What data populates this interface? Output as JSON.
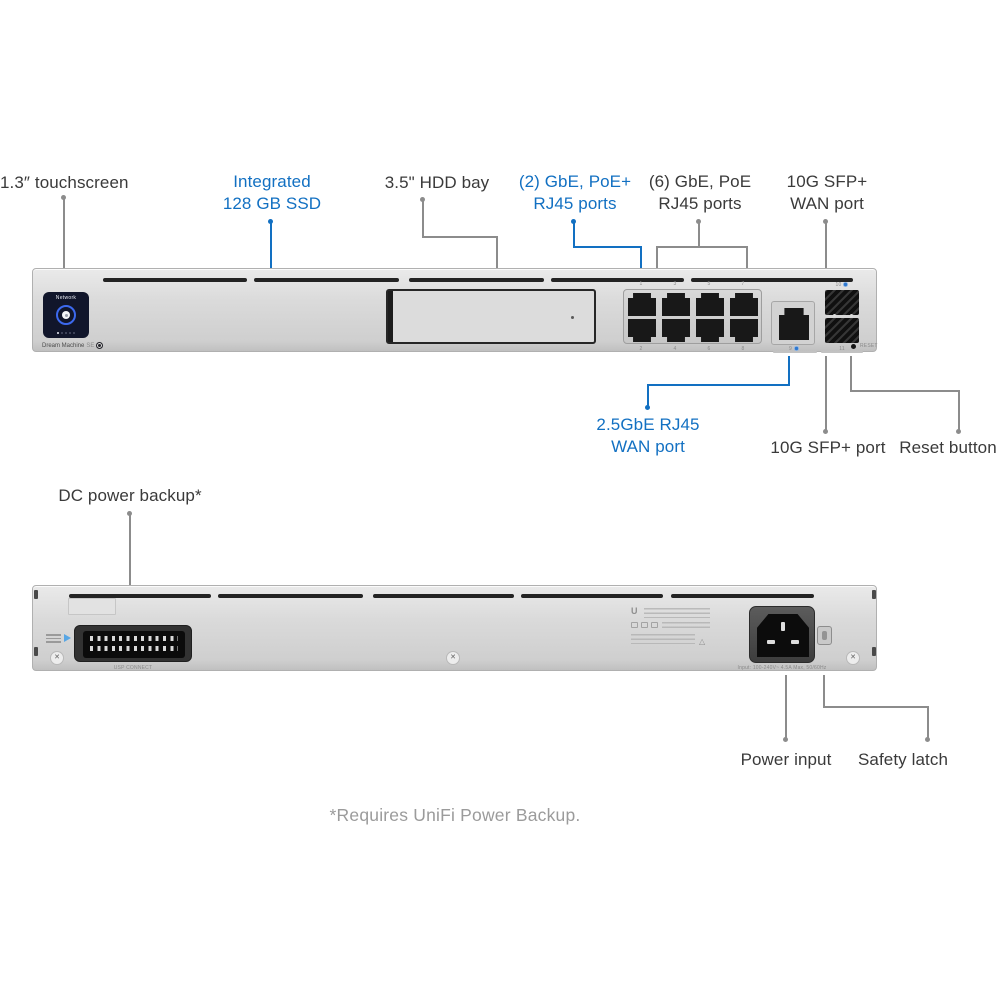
{
  "front": {
    "callouts_top": [
      {
        "line1": "1.3″ touchscreen"
      },
      {
        "line1": "Integrated",
        "line2": "128 GB SSD"
      },
      {
        "line1": "3.5\" HDD bay"
      },
      {
        "line1": "(2) GbE, PoE+",
        "line2": "RJ45 ports"
      },
      {
        "line1": "(6) GbE, PoE",
        "line2": "RJ45 ports"
      },
      {
        "line1": "10G SFP+",
        "line2": "WAN port"
      }
    ],
    "callouts_bottom": [
      {
        "line1": "2.5GbE RJ45",
        "line2": "WAN port"
      },
      {
        "line1": "10G SFP+ port"
      },
      {
        "line1": "Reset button"
      }
    ],
    "screen_title": "Network",
    "device_label": "Dream Machine",
    "device_variant": "SE",
    "port_numbers_top": [
      "1",
      "3",
      "5",
      "7"
    ],
    "port_numbers_bottom": [
      "2",
      "4",
      "6",
      "8"
    ],
    "wan_port_number": "9",
    "sfp_top_number": "10",
    "sfp_bottom_number": "11",
    "reset_label": "RESET"
  },
  "back": {
    "callout_top": "DC power backup*",
    "callout_power": "Power input",
    "callout_latch": "Safety latch",
    "usp_connect_label": "USP CONNECT",
    "power_input_caption": "Input: 100-240V~ 4.5A Max, 50/60Hz"
  },
  "footer": "*Requires UniFi Power Backup.",
  "icons": {
    "screw_cross": "✕",
    "ubiquiti_logo": "U",
    "recycle_triangle": "△"
  },
  "colors": {
    "accent_blue": "#1270c2",
    "label_dark": "#3a3a3a",
    "line_gray": "#8c8c8c",
    "footer_gray": "#9b9b9b",
    "chassis_silver": "#d6d6d6"
  }
}
